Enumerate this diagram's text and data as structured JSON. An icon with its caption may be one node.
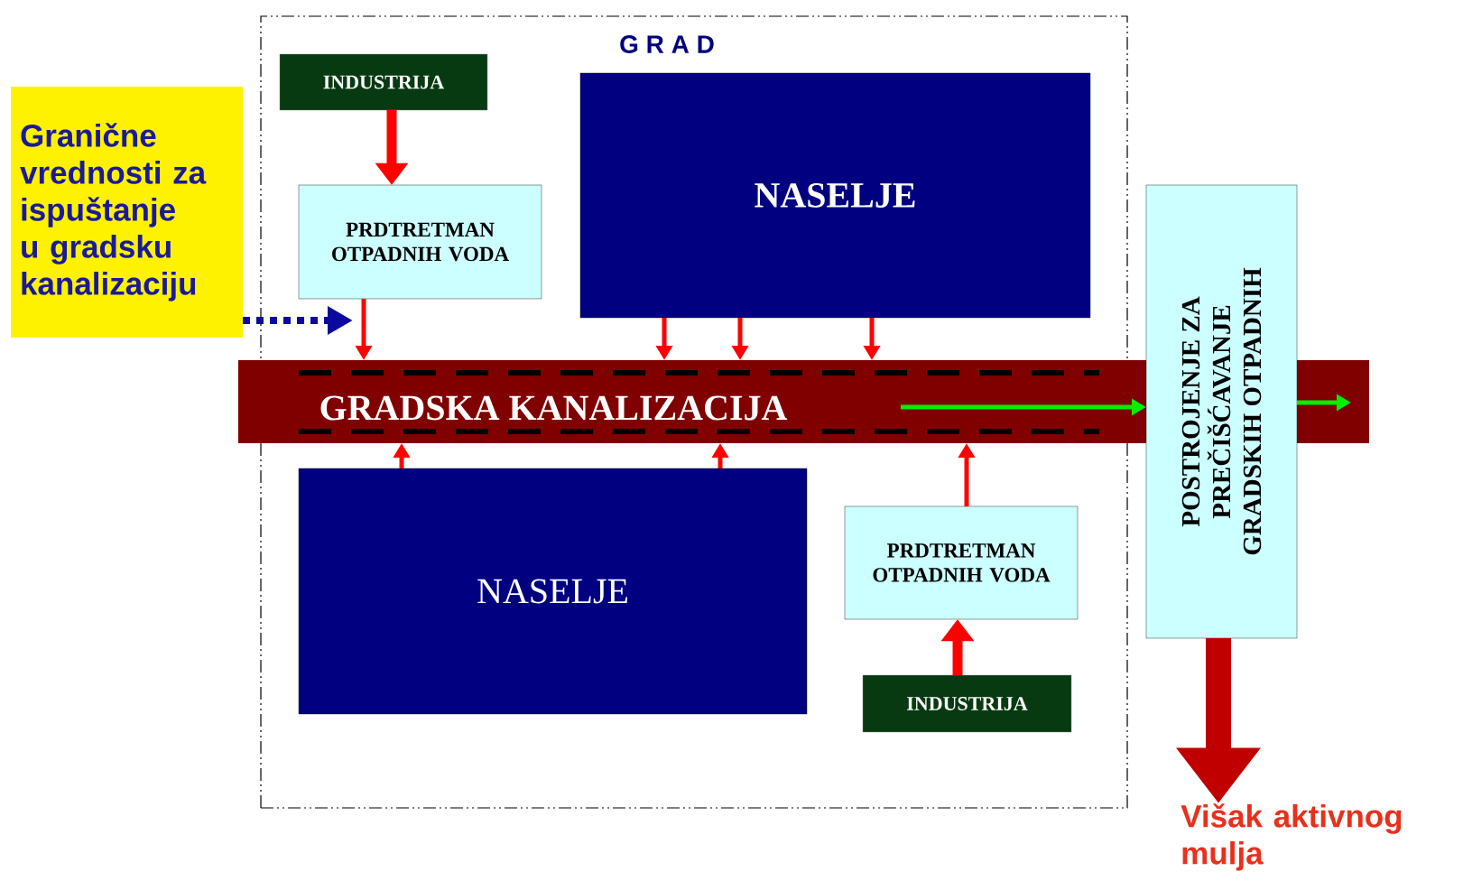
{
  "diagram": {
    "nodes": [
      {
        "text": [
          "G R A D"
        ]
      },
      {
        "text": [
          "INDUSTRIJA"
        ],
        "in": 0
      },
      {
        "text": [
          "PRDTRETMAN OTPADNIH VODA"
        ],
        "in": 0
      },
      {
        "text": [
          "NASELJE"
        ],
        "in": 0
      },
      {
        "text": [
          "GRADSKA KANALIZACIJA"
        ]
      },
      {
        "text": [
          "NASELJE"
        ],
        "in": 0
      },
      {
        "text": [
          "PRDTRETMAN OTPADNIH VODA"
        ],
        "in": 0
      },
      {
        "text": [
          "INDUSTRIJA"
        ],
        "in": 0
      },
      {
        "text": [
          "POSTROJENJE ZA PREČIŠĆAVANJE GRADSKIH OTPADNIH"
        ]
      },
      {
        "text": [
          "Granične vrednosti za ispuštanje u gradsku kanalizaciju"
        ]
      },
      {
        "text": [
          "Višak aktivnog mulja"
        ]
      }
    ],
    "edges": [
      {
        "from": 1,
        "to": 2,
        "arrow": "to",
        "style": "thick"
      },
      {
        "from": 2,
        "to": 4,
        "arrow": "to"
      },
      {
        "from": 3,
        "to": 4,
        "arrow": "to"
      },
      {
        "from": 3,
        "to": 4,
        "arrow": "to"
      },
      {
        "from": 3,
        "to": 4,
        "arrow": "to"
      },
      {
        "from": 5,
        "to": 4,
        "arrow": "to"
      },
      {
        "from": 5,
        "to": 4,
        "arrow": "to"
      },
      {
        "from": 6,
        "to": 4,
        "arrow": "to"
      },
      {
        "from": 7,
        "to": 6,
        "arrow": "to",
        "style": "thick"
      },
      {
        "from": 9,
        "to": 2,
        "arrow": "to",
        "style": "dashed",
        "color": "#0a0aa0"
      },
      {
        "from": 4,
        "to": 8,
        "arrow": "to",
        "color": "#00ee00"
      },
      {
        "from": 8,
        "to": 4,
        "arrow": "to",
        "color": "#00ee00"
      },
      {
        "from": 8,
        "to": 10,
        "arrow": "to",
        "style": "thick",
        "color": "#c00000"
      }
    ]
  }
}
